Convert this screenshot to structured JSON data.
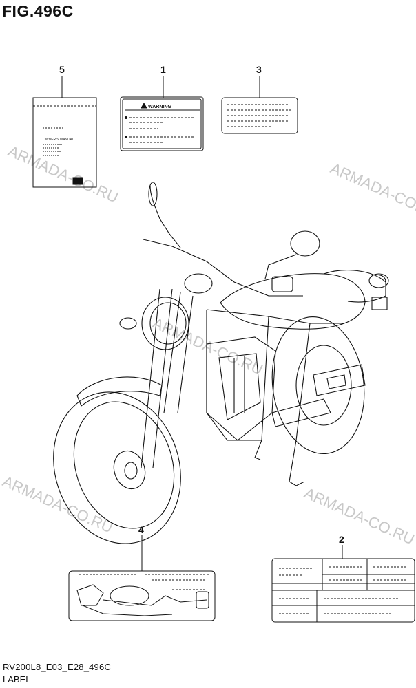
{
  "figure": {
    "title": "FIG.496C",
    "code": "RV200L8_E03_E28_496C",
    "section": "LABEL"
  },
  "callouts": [
    "5",
    "1",
    "3",
    "4",
    "2"
  ],
  "watermark": "ARMADA-CO.RU",
  "labels": {
    "warning_heading": "WARNING",
    "manual_heading": "OWNER'S MANUAL"
  }
}
